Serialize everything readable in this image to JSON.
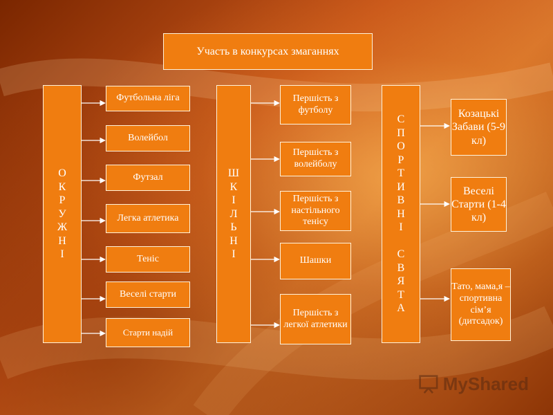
{
  "title": "Участь в конкурсах змаганнях",
  "columns": [
    {
      "id": "okruzhni",
      "label": "О\nК\nР\nУ\nЖ\nН\nІ",
      "items": [
        "Футбольна ліга",
        "Волейбол",
        "Футзал",
        "Легка атлетика",
        "Теніс",
        "Веселі старти",
        "Старти надій"
      ]
    },
    {
      "id": "shkilni",
      "label": "Ш\nК\nІ\nЛ\nЬ\nН\nІ",
      "items": [
        "Першість з футболу",
        "Першість з волейболу",
        "Першість з настільного тенісу",
        "Шашки",
        "Першість з легкої атлетики"
      ]
    },
    {
      "id": "sportyvni-svyata",
      "label": "С\nП\nО\nР\nТ\nИ\nВ\nН\nІ\n \nС\nВ\nЯ\nТ\nА",
      "items": [
        "Козацькі Забави (5-9 кл)",
        "Веселі Старти (1-4 кл)",
        "Тато, мама,я – спортивна сім’я (дитсадок)"
      ]
    }
  ],
  "watermark": "MyShared",
  "colors": {
    "box_fill": "#f07d10",
    "box_border": "#fff3dc",
    "arrow": "#ffffff"
  }
}
